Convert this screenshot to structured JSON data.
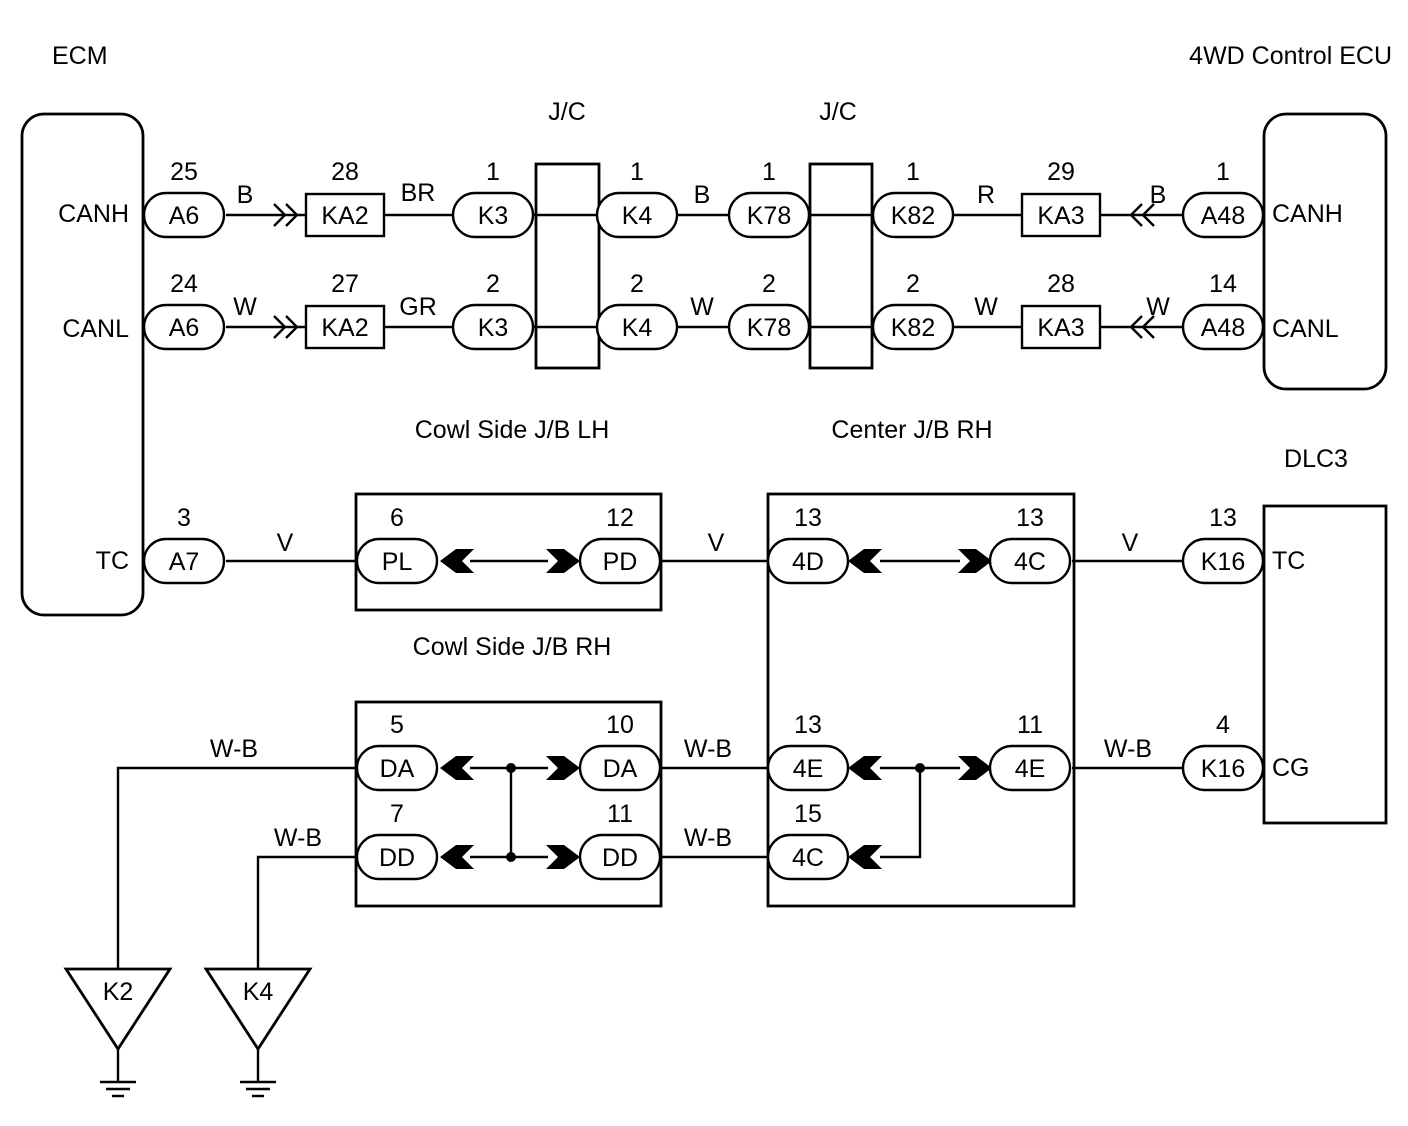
{
  "labels": {
    "ecm": "ECM",
    "ecu4wd": "4WD Control ECU",
    "jc": "J/C",
    "dlc3": "DLC3",
    "cowl_lh": "Cowl Side J/B LH",
    "cowl_rh": "Cowl Side J/B RH",
    "center_rh": "Center J/B RH"
  },
  "ecm_pins": {
    "canh": "CANH",
    "canl": "CANL",
    "tc": "TC"
  },
  "ecu_pins": {
    "canh": "CANH",
    "canl": "CANL"
  },
  "dlc_pins": {
    "tc": "TC",
    "cg": "CG"
  },
  "wires": {
    "b": "B",
    "w": "W",
    "br": "BR",
    "gr": "GR",
    "r": "R",
    "v": "V",
    "wb": "W-B"
  },
  "connectors": {
    "canh": [
      {
        "id": "A6",
        "pin": "25"
      },
      {
        "id": "KA2",
        "pin": "28"
      },
      {
        "id": "K3",
        "pin": "1"
      },
      {
        "id": "K4",
        "pin": "1"
      },
      {
        "id": "K78",
        "pin": "1"
      },
      {
        "id": "K82",
        "pin": "1"
      },
      {
        "id": "KA3",
        "pin": "29"
      },
      {
        "id": "A48",
        "pin": "1"
      }
    ],
    "canl": [
      {
        "id": "A6",
        "pin": "24"
      },
      {
        "id": "KA2",
        "pin": "27"
      },
      {
        "id": "K3",
        "pin": "2"
      },
      {
        "id": "K4",
        "pin": "2"
      },
      {
        "id": "K78",
        "pin": "2"
      },
      {
        "id": "K82",
        "pin": "2"
      },
      {
        "id": "KA3",
        "pin": "28"
      },
      {
        "id": "A48",
        "pin": "14"
      }
    ],
    "tc": [
      {
        "id": "A7",
        "pin": "3"
      },
      {
        "id": "PL",
        "pin": "6"
      },
      {
        "id": "PD",
        "pin": "12"
      },
      {
        "id": "4D",
        "pin": "13"
      },
      {
        "id": "4C",
        "pin": "13"
      },
      {
        "id": "K16",
        "pin": "13"
      }
    ],
    "ground_upper": [
      {
        "id": "DA",
        "pin": "5"
      },
      {
        "id": "DA",
        "pin": "10"
      },
      {
        "id": "4E",
        "pin": "13"
      },
      {
        "id": "4E",
        "pin": "11"
      },
      {
        "id": "K16",
        "pin": "4"
      }
    ],
    "ground_lower": [
      {
        "id": "DD",
        "pin": "7"
      },
      {
        "id": "DD",
        "pin": "11"
      },
      {
        "id": "4C",
        "pin": "15"
      }
    ]
  },
  "grounds": [
    "K2",
    "K4"
  ]
}
